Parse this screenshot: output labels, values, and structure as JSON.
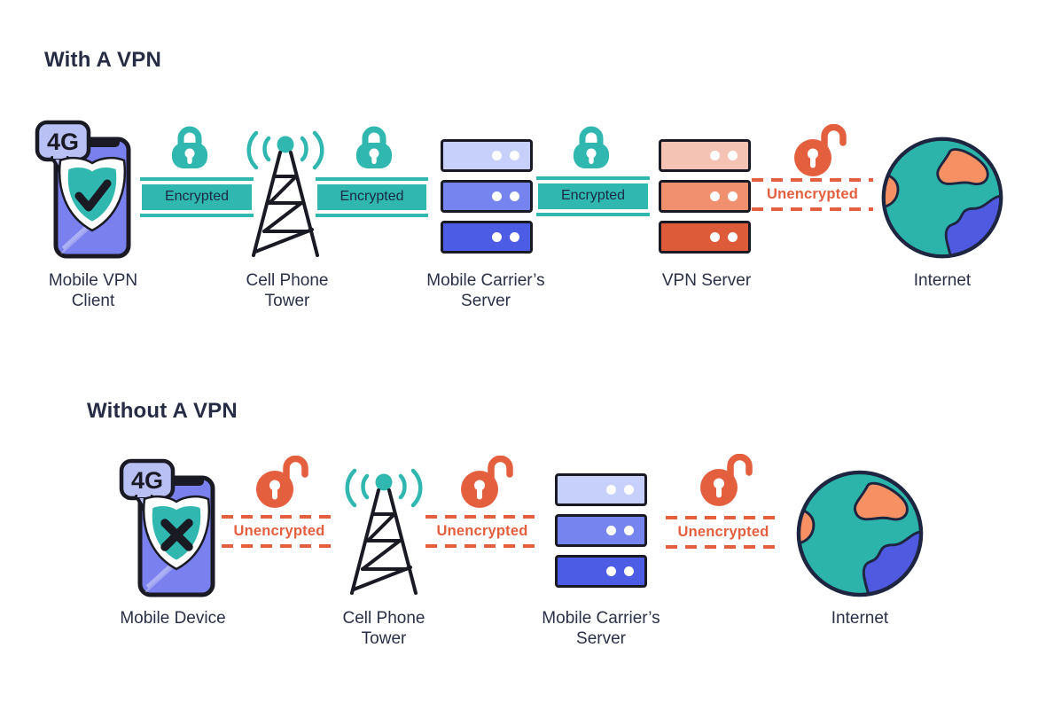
{
  "colors": {
    "teal_accent": "#2fb7b0",
    "orange_accent": "#e45f3e",
    "navy_text": "#262c44",
    "phone_purple": "#7a80ed",
    "bubble_purple": "#b9c0f4",
    "server_blue_light": "#c7d0fa",
    "server_blue_mid": "#7584ee",
    "server_blue_dark": "#4d5ce5",
    "server_orange_light": "#f5c3b3",
    "server_orange_mid": "#f0906e",
    "server_orange_dark": "#dd5b38",
    "globe_teal": "#2cb3aa",
    "globe_orange": "#f79163",
    "globe_blue": "#4f5ae0"
  },
  "icons": [
    "phone-4g-icon",
    "shield-check-icon",
    "shield-cross-icon",
    "lock-closed-icon",
    "lock-open-icon",
    "cell-tower-icon",
    "server-stack-icon",
    "internet-globe-icon"
  ],
  "sections": [
    {
      "id": "with-vpn",
      "title": "With A VPN",
      "nodes": [
        {
          "id": "mobile-vpn-client",
          "label": "Mobile VPN Client",
          "badge": "4G",
          "shield": "check"
        },
        {
          "id": "cell-tower",
          "label": "Cell Phone Tower"
        },
        {
          "id": "carrier-server",
          "label": "Mobile Carrier’s Server",
          "palette": "blue"
        },
        {
          "id": "vpn-server",
          "label": "VPN Server",
          "palette": "orange"
        },
        {
          "id": "internet",
          "label": "Internet"
        }
      ],
      "links": [
        {
          "state": "encrypted",
          "label": "Encrypted"
        },
        {
          "state": "encrypted",
          "label": "Encrypted"
        },
        {
          "state": "encrypted",
          "label": "Encrypted"
        },
        {
          "state": "unencrypted",
          "label": "Unencrypted"
        }
      ]
    },
    {
      "id": "without-vpn",
      "title": "Without A VPN",
      "nodes": [
        {
          "id": "mobile-device",
          "label": "Mobile Device",
          "badge": "4G",
          "shield": "cross"
        },
        {
          "id": "cell-tower",
          "label": "Cell Phone Tower"
        },
        {
          "id": "carrier-server",
          "label": "Mobile Carrier’s Server",
          "palette": "blue"
        },
        {
          "id": "internet",
          "label": "Internet"
        }
      ],
      "links": [
        {
          "state": "unencrypted",
          "label": "Unencrypted"
        },
        {
          "state": "unencrypted",
          "label": "Unencrypted"
        },
        {
          "state": "unencrypted",
          "label": "Unencrypted"
        }
      ]
    }
  ]
}
